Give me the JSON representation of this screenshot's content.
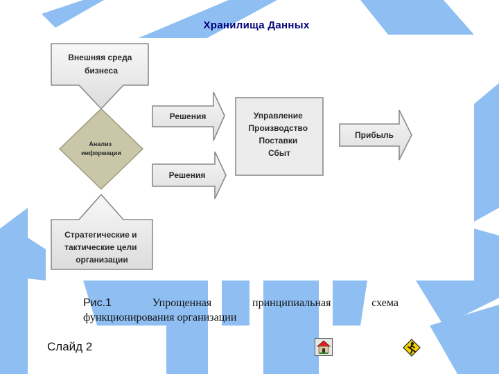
{
  "slide": {
    "title": "Хранилища Данных",
    "slide_label": "Слайд 2"
  },
  "diagram": {
    "external_env": [
      "Внешняя среда",
      "бизнеса"
    ],
    "analysis": [
      "Анализ",
      "информации"
    ],
    "decision_top": "Решения",
    "decision_bottom": "Решения",
    "management": [
      "Управление",
      "Производство",
      "Поставки",
      "Сбыт"
    ],
    "profit": "Прибыль",
    "goals": [
      "Стратегические и",
      "тактические цели",
      "организации"
    ]
  },
  "caption": {
    "fig": "Рис.1",
    "words": [
      "Упрощенная",
      "принципиальная",
      "схема"
    ],
    "line2": "функционирования организации"
  },
  "colors": {
    "background_shapes": "#8fbff2",
    "title": "#00007a",
    "diamond": "#c9c7a8",
    "box_fill": "#ececec",
    "box_stroke": "#8a8a8a"
  },
  "nav": {
    "home_icon": "home-icon",
    "exit_icon": "exit-runner-icon"
  }
}
